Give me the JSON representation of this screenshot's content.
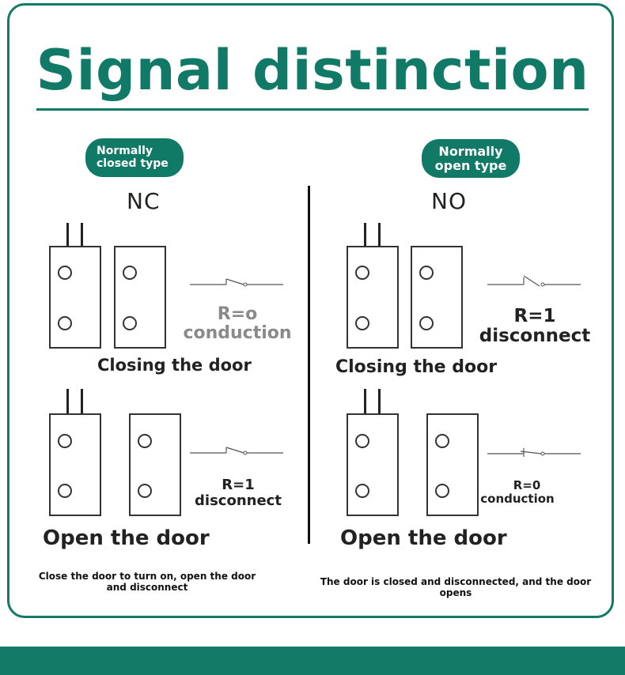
{
  "title": "Signal distinction",
  "left": {
    "pill": "Normally closed type",
    "code": "NC",
    "top_result": {
      "line1": "R=o",
      "line2": "conduction"
    },
    "top_caption": "Closing the door",
    "bottom_result": {
      "line1": "R=1",
      "line2": "disconnect"
    },
    "bottom_caption": "Open the door",
    "note": "Close the door to turn on, open the door and disconnect"
  },
  "right": {
    "pill": "Normally open type",
    "code": "NO",
    "top_result": {
      "line1": "R=1",
      "line2": "disconnect"
    },
    "top_caption": "Closing the door",
    "bottom_result": {
      "line1": "R=0",
      "line2": "conduction"
    },
    "bottom_caption": "Open the door",
    "note": "The door is closed and disconnected, and the door opens"
  },
  "colors": {
    "brand": "#117a66",
    "grey_text": "#8a8a8a",
    "dark_text": "#222222"
  }
}
